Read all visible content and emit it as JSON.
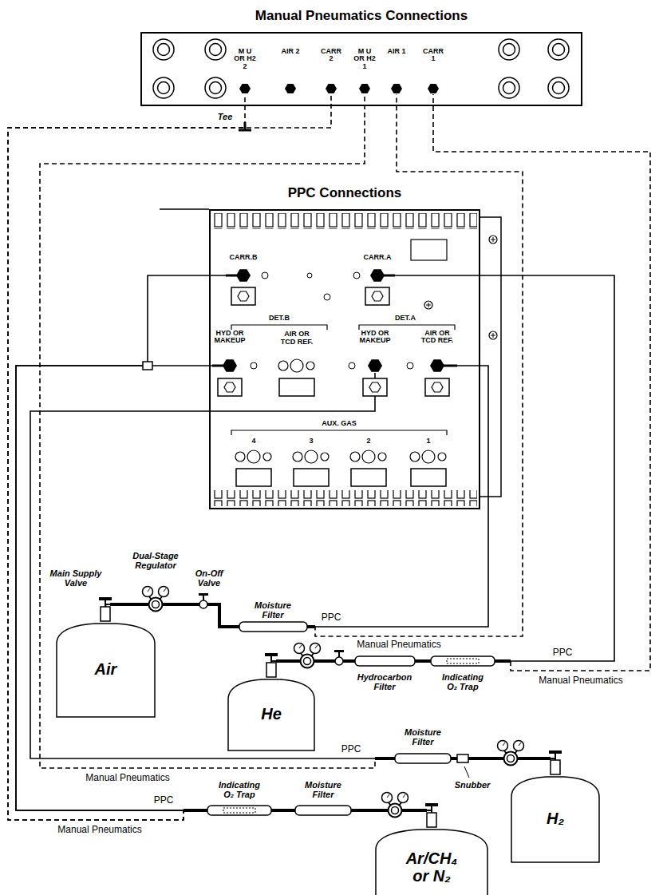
{
  "diagram": {
    "nodes": [
      {
        "text": [
          "Manual Pneumatics Connections"
        ]
      },
      {
        "text": [
          "M U OR H2 2"
        ],
        "in": 0
      },
      {
        "text": [
          "AIR 2"
        ],
        "in": 0
      },
      {
        "text": [
          "CARR 2"
        ],
        "in": 0
      },
      {
        "text": [
          "M U OR H2 1"
        ],
        "in": 0
      },
      {
        "text": [
          "AIR 1"
        ],
        "in": 0
      },
      {
        "text": [
          "CARR 1"
        ],
        "in": 0
      },
      {
        "text": [
          "PPC Connections"
        ]
      },
      {
        "text": [
          "CARR.B"
        ],
        "in": 7
      },
      {
        "text": [
          "CARR.A"
        ],
        "in": 7
      },
      {
        "text": [
          "HYD OR MAKEUP"
        ],
        "in": 7
      },
      {
        "text": [
          "HYD OR MAKEUP"
        ],
        "in": 7
      },
      {
        "text": [
          "AIR OR TCD REF."
        ],
        "in": 7
      },
      {
        "text": [
          "Air"
        ]
      },
      {
        "text": [
          "He"
        ]
      },
      {
        "text": [
          "H₂"
        ]
      },
      {
        "text": [
          "Ar/CH₄ or N₂"
        ]
      }
    ],
    "edges": [
      {
        "from": 13,
        "to": 12,
        "arrow": "none"
      },
      {
        "from": 13,
        "to": 5,
        "arrow": "none"
      },
      {
        "from": 14,
        "to": 9,
        "arrow": "none"
      },
      {
        "from": 14,
        "to": 6,
        "arrow": "none"
      },
      {
        "from": 15,
        "to": 11,
        "arrow": "none"
      },
      {
        "from": 15,
        "to": 4,
        "arrow": "none"
      },
      {
        "from": 16,
        "to": 10,
        "arrow": "none"
      },
      {
        "from": 16,
        "to": 8,
        "arrow": "none"
      },
      {
        "from": 16,
        "to": 1,
        "arrow": "none"
      },
      {
        "from": 16,
        "to": 3,
        "arrow": "none"
      }
    ],
    "labels": [
      "DET.B",
      "AIR OR TCD REF.",
      "DET.A",
      "AUX. GAS",
      "4",
      "3",
      "2",
      "1",
      "Tee",
      "Main Supply Valve",
      "Dual-Stage Regulator",
      "On-Off Valve",
      "Moisture Filter",
      "PPC",
      "Manual Pneumatics",
      "Indicating O₂ Trap",
      "Hydrocarbon Filter",
      "PPC",
      "Manual Pneumatics",
      "Moisture Filter",
      "Snubber",
      "PPC",
      "Manual Pneumatics",
      "Indicating O₂ Trap",
      "Moisture Filter",
      "PPC",
      "Manual Pneumatics"
    ]
  }
}
